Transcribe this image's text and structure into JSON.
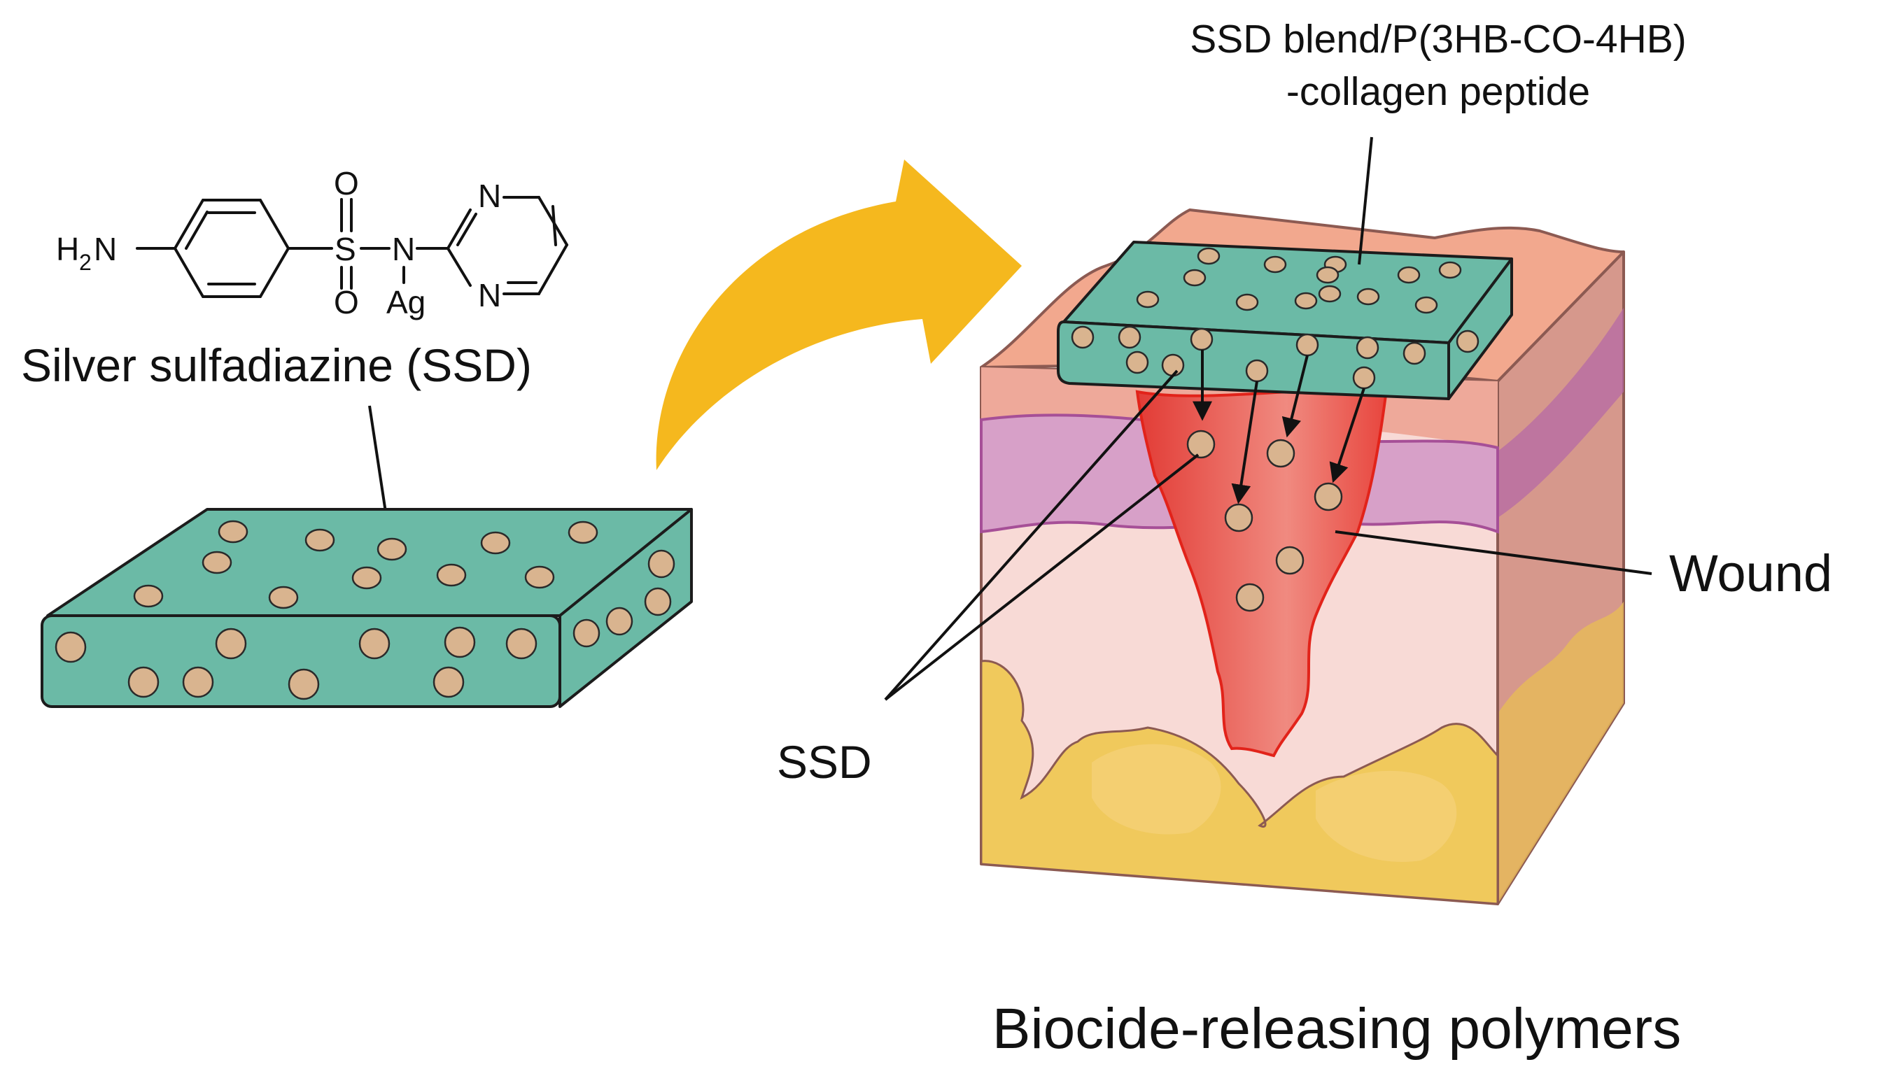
{
  "labels": {
    "ssd_molecule_name": "Silver sulfadiazine (SSD)",
    "patch_label_line1": "SSD blend/P(3HB-CO-4HB)",
    "patch_label_line2": "-collagen peptide",
    "wound": "Wound",
    "ssd": "SSD",
    "caption": "Biocide-releasing polymers"
  },
  "chemistry": {
    "amine_H": "H",
    "amine_sub": "2",
    "amine_N": "N",
    "sulfur": "S",
    "oxygen_top": "O",
    "oxygen_bottom": "O",
    "nitrogen_sulfonamide": "N",
    "silver": "Ag",
    "pyrimidine_N_top": "N",
    "pyrimidine_N_bottom": "N"
  },
  "colors": {
    "polymer_green": "#6bbaa6",
    "polymer_edge": "#1c1c1c",
    "ssd_particle": "#d9b48f",
    "arrow_yellow": "#f5b81e",
    "skin_epidermis": "#f2a88e",
    "skin_purple_layer": "#d7a0c8",
    "skin_dermis": "#f8dad6",
    "fat_yellow": "#f0c95c",
    "wound_red": "#e0403a",
    "skin_side": "#d6988c"
  }
}
